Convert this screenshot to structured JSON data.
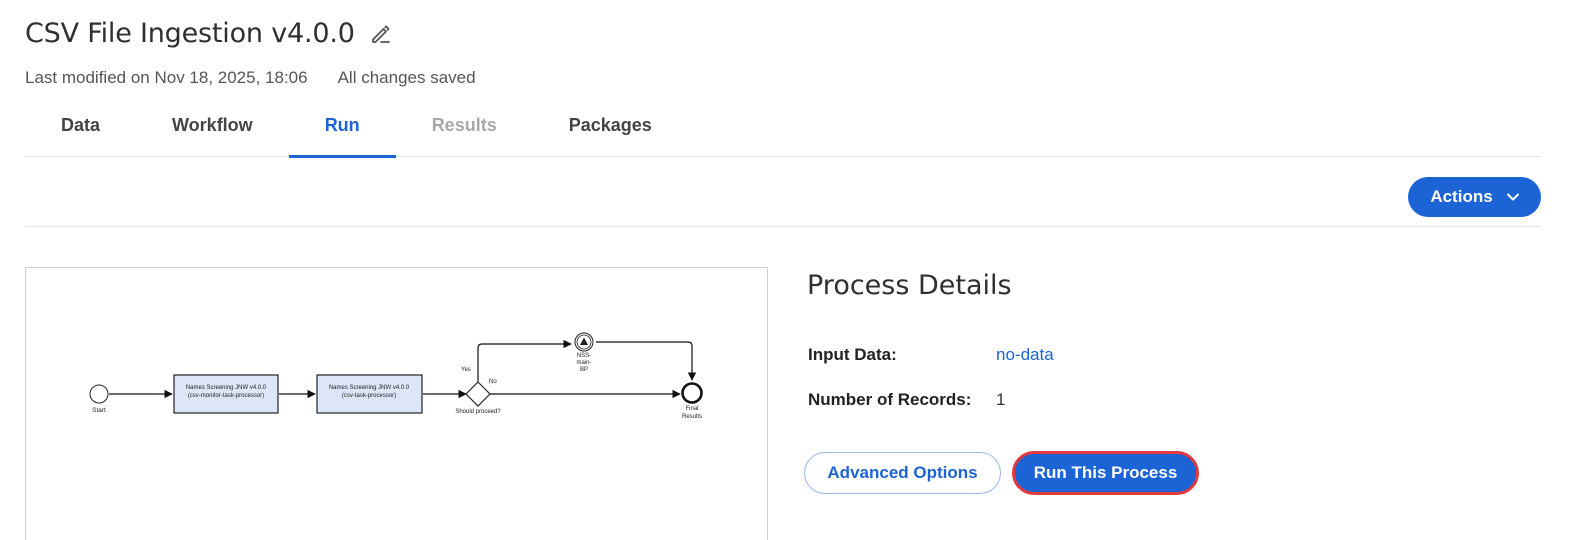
{
  "header": {
    "title": "CSV File Ingestion v4.0.0",
    "last_modified": "Last modified on Nov 18, 2025, 18:06",
    "save_status": "All changes saved"
  },
  "tabs": [
    {
      "label": "Data",
      "state": "normal"
    },
    {
      "label": "Workflow",
      "state": "normal"
    },
    {
      "label": "Run",
      "state": "active"
    },
    {
      "label": "Results",
      "state": "disabled"
    },
    {
      "label": "Packages",
      "state": "normal"
    }
  ],
  "toolbar": {
    "actions_label": "Actions"
  },
  "diagram": {
    "start_label": "Start",
    "task1_line1": "Names Screening JNW v4.0.0",
    "task1_line2": "(csv-monitor-task-processor)",
    "task2_line1": "Names Screening JNW v4.0.0",
    "task2_line2": "(csv-task-processor)",
    "gateway_label": "Should proceed?",
    "yes_label": "Yes",
    "no_label": "No",
    "signal_line1": "NSS-",
    "signal_line2": "main-",
    "signal_line3": "BP",
    "end_line1": "Final",
    "end_line2": "Results"
  },
  "details": {
    "title": "Process Details",
    "input_data_label": "Input Data:",
    "input_data_value": "no-data",
    "records_label": "Number of Records:",
    "records_value": "1",
    "advanced_label": "Advanced Options",
    "run_label": "Run This Process"
  },
  "colors": {
    "accent": "#1c64d6",
    "highlight_border": "#e0393e",
    "task_fill": "#dce6f8"
  }
}
